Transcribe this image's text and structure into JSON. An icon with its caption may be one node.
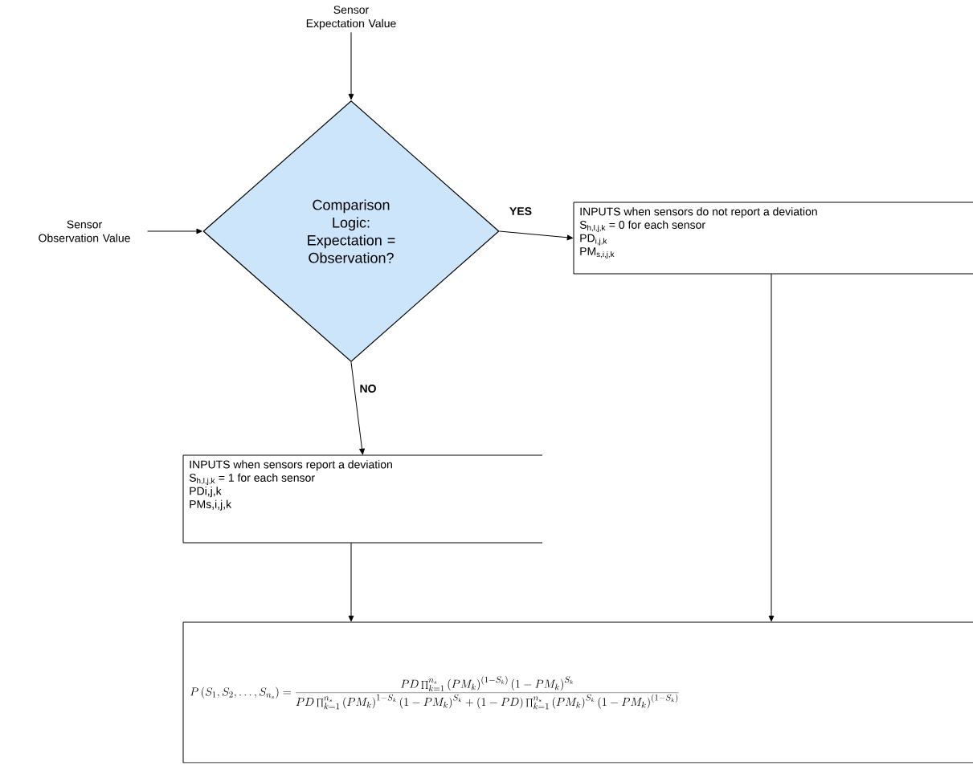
{
  "diagram": {
    "nodes": [
      {
        "text": [
          "Sensor Expectation Value"
        ]
      },
      {
        "text": [
          "Comparison Logic: Expectation = Observation?"
        ]
      },
      {
        "text": [
          "Sensor Observation Value"
        ]
      },
      {
        "text": [
          "INPUTS when sensors do not report a deviation",
          "S$_{h,l,j,k}$ = 0 for each sensor",
          "PD$_{i,j,k}$",
          "PM$_{s,i,j,k}$"
        ]
      },
      {
        "text": [
          "INPUTS when sensors report a deviation",
          "S$_{h,l,j,k}$ = 1 for each sensor",
          "PDi,j,k",
          "PMs,i,j,k"
        ]
      },
      {
        "text": [
          "P\\left(S_1,S_2,\\ldots,S_{n_s}\\right)=\\frac{PD\\prod_{k=1}^{n_s}\\left(PM_k\\right)^{(1-S_k)}\\left(1-PM_k\\right)^{S_k}}{PD\\prod_{k=1}^{n_s}\\left(PM_k\\right)^{1-S_k}\\left(1-PM_k\\right)^{S_k}+\\left(1-PD\\right)\\prod_{k=1}^{n_s}\\left(PM_k\\right)^{S_k}\\left(1-PM_k\\right)^{(1-S_k)}}"
        ]
      }
    ],
    "edges": [
      {
        "from": 0,
        "to": 1,
        "arrow": "to"
      },
      {
        "from": 2,
        "to": 1,
        "arrow": "to"
      },
      {
        "from": 1,
        "to": 3,
        "arrow": "to",
        "label": "YES"
      },
      {
        "from": 1,
        "to": 4,
        "arrow": "to",
        "label": "NO"
      },
      {
        "from": 4,
        "to": 5,
        "arrow": "to"
      },
      {
        "from": 3,
        "to": 5,
        "arrow": "to"
      }
    ]
  }
}
